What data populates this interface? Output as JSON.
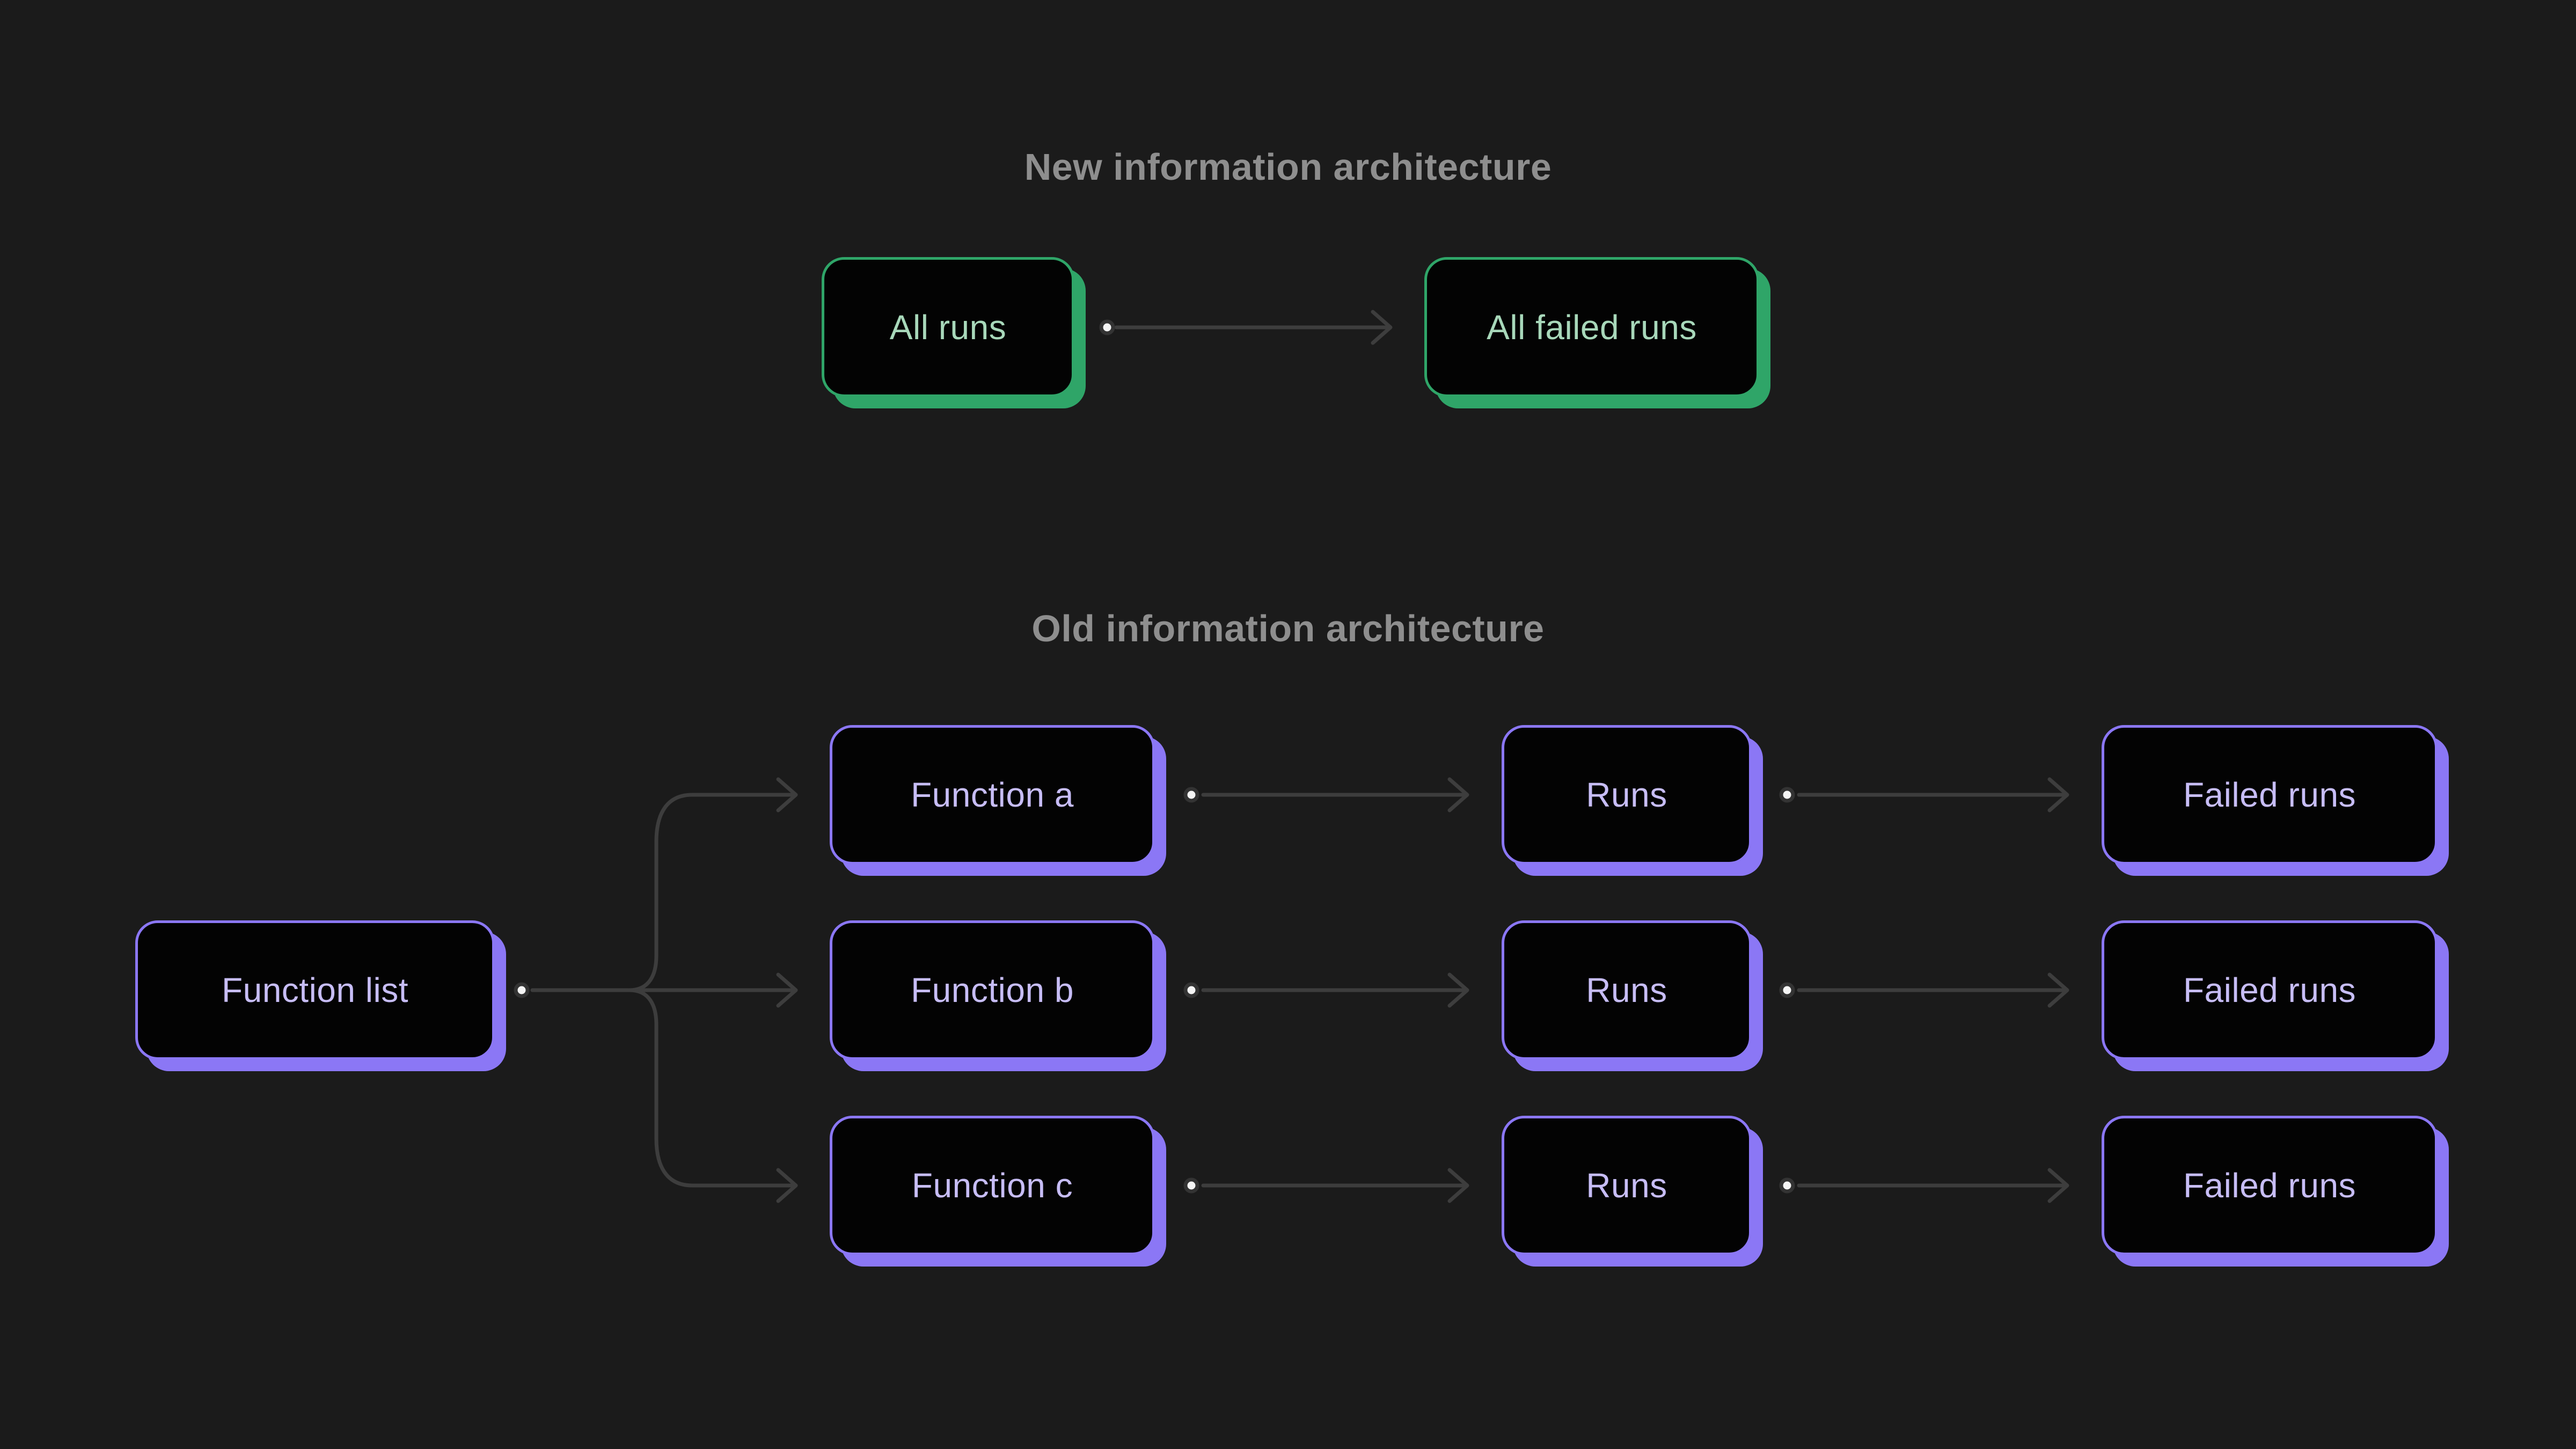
{
  "colors": {
    "background": "#1b1b1b",
    "box_background": "#030303",
    "green_accent": "#2fa568",
    "green_text": "#a8d8ba",
    "purple_accent": "#8b77f5",
    "purple_text": "#c7bdf6",
    "connector": "#3d3d3d",
    "dot_core": "#f5f5f5",
    "dot_ring": "#333333",
    "section_title": "#8e8e8e"
  },
  "new_architecture": {
    "title": "New information architecture",
    "nodes": [
      {
        "label": "All runs"
      },
      {
        "label": "All failed runs"
      }
    ]
  },
  "old_architecture": {
    "title": "Old information architecture",
    "root": {
      "label": "Function list"
    },
    "rows": [
      {
        "function_label": "Function a",
        "runs_label": "Runs",
        "failed_label": "Failed runs"
      },
      {
        "function_label": "Function b",
        "runs_label": "Runs",
        "failed_label": "Failed runs"
      },
      {
        "function_label": "Function c",
        "runs_label": "Runs",
        "failed_label": "Failed runs"
      }
    ]
  }
}
